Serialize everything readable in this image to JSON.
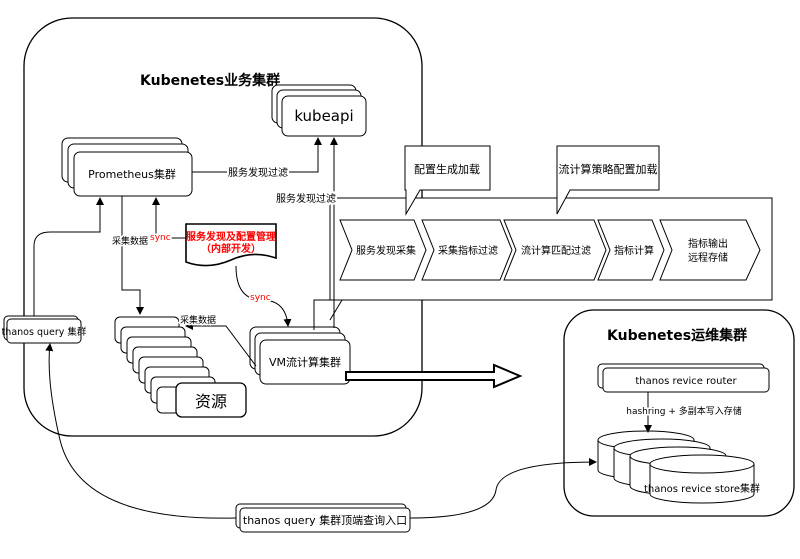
{
  "business_cluster": {
    "title": "Kubenetes业务集群"
  },
  "ops_cluster": {
    "title": "Kubenetes运维集群"
  },
  "kubeapi": {
    "label": "kubeapi"
  },
  "prometheus": {
    "label": "Prometheus集群"
  },
  "discovery_manager": {
    "line1": "服务发现及配置管理",
    "line2": "（内部开发）"
  },
  "resources": {
    "label": "资源"
  },
  "vm_cluster": {
    "label": "VM流计算集群"
  },
  "thanos_query": {
    "label": "thanos query 集群"
  },
  "thanos_query_entry": {
    "label": "thanos query 集群顶端查询入口"
  },
  "thanos_router": {
    "label": "thanos revice router"
  },
  "thanos_store": {
    "label": "thanos revice store集群"
  },
  "callouts": {
    "config_gen": "配置生成加载",
    "strategy_load": "流计算策略配置加载"
  },
  "pipeline": {
    "steps": [
      "服务发现采集",
      "采集指标过滤",
      "流计算匹配过滤",
      "指标计算",
      "指标输出",
      "远程存储"
    ]
  },
  "edge_labels": {
    "svc_filter_1": "服务发现过滤",
    "svc_filter_2": "服务发现过滤",
    "collect_1": "采集数据",
    "collect_2": "采集数据",
    "sync_1": "sync",
    "sync_2": "sync",
    "hashring": "hashring + 多副本写入存储"
  }
}
